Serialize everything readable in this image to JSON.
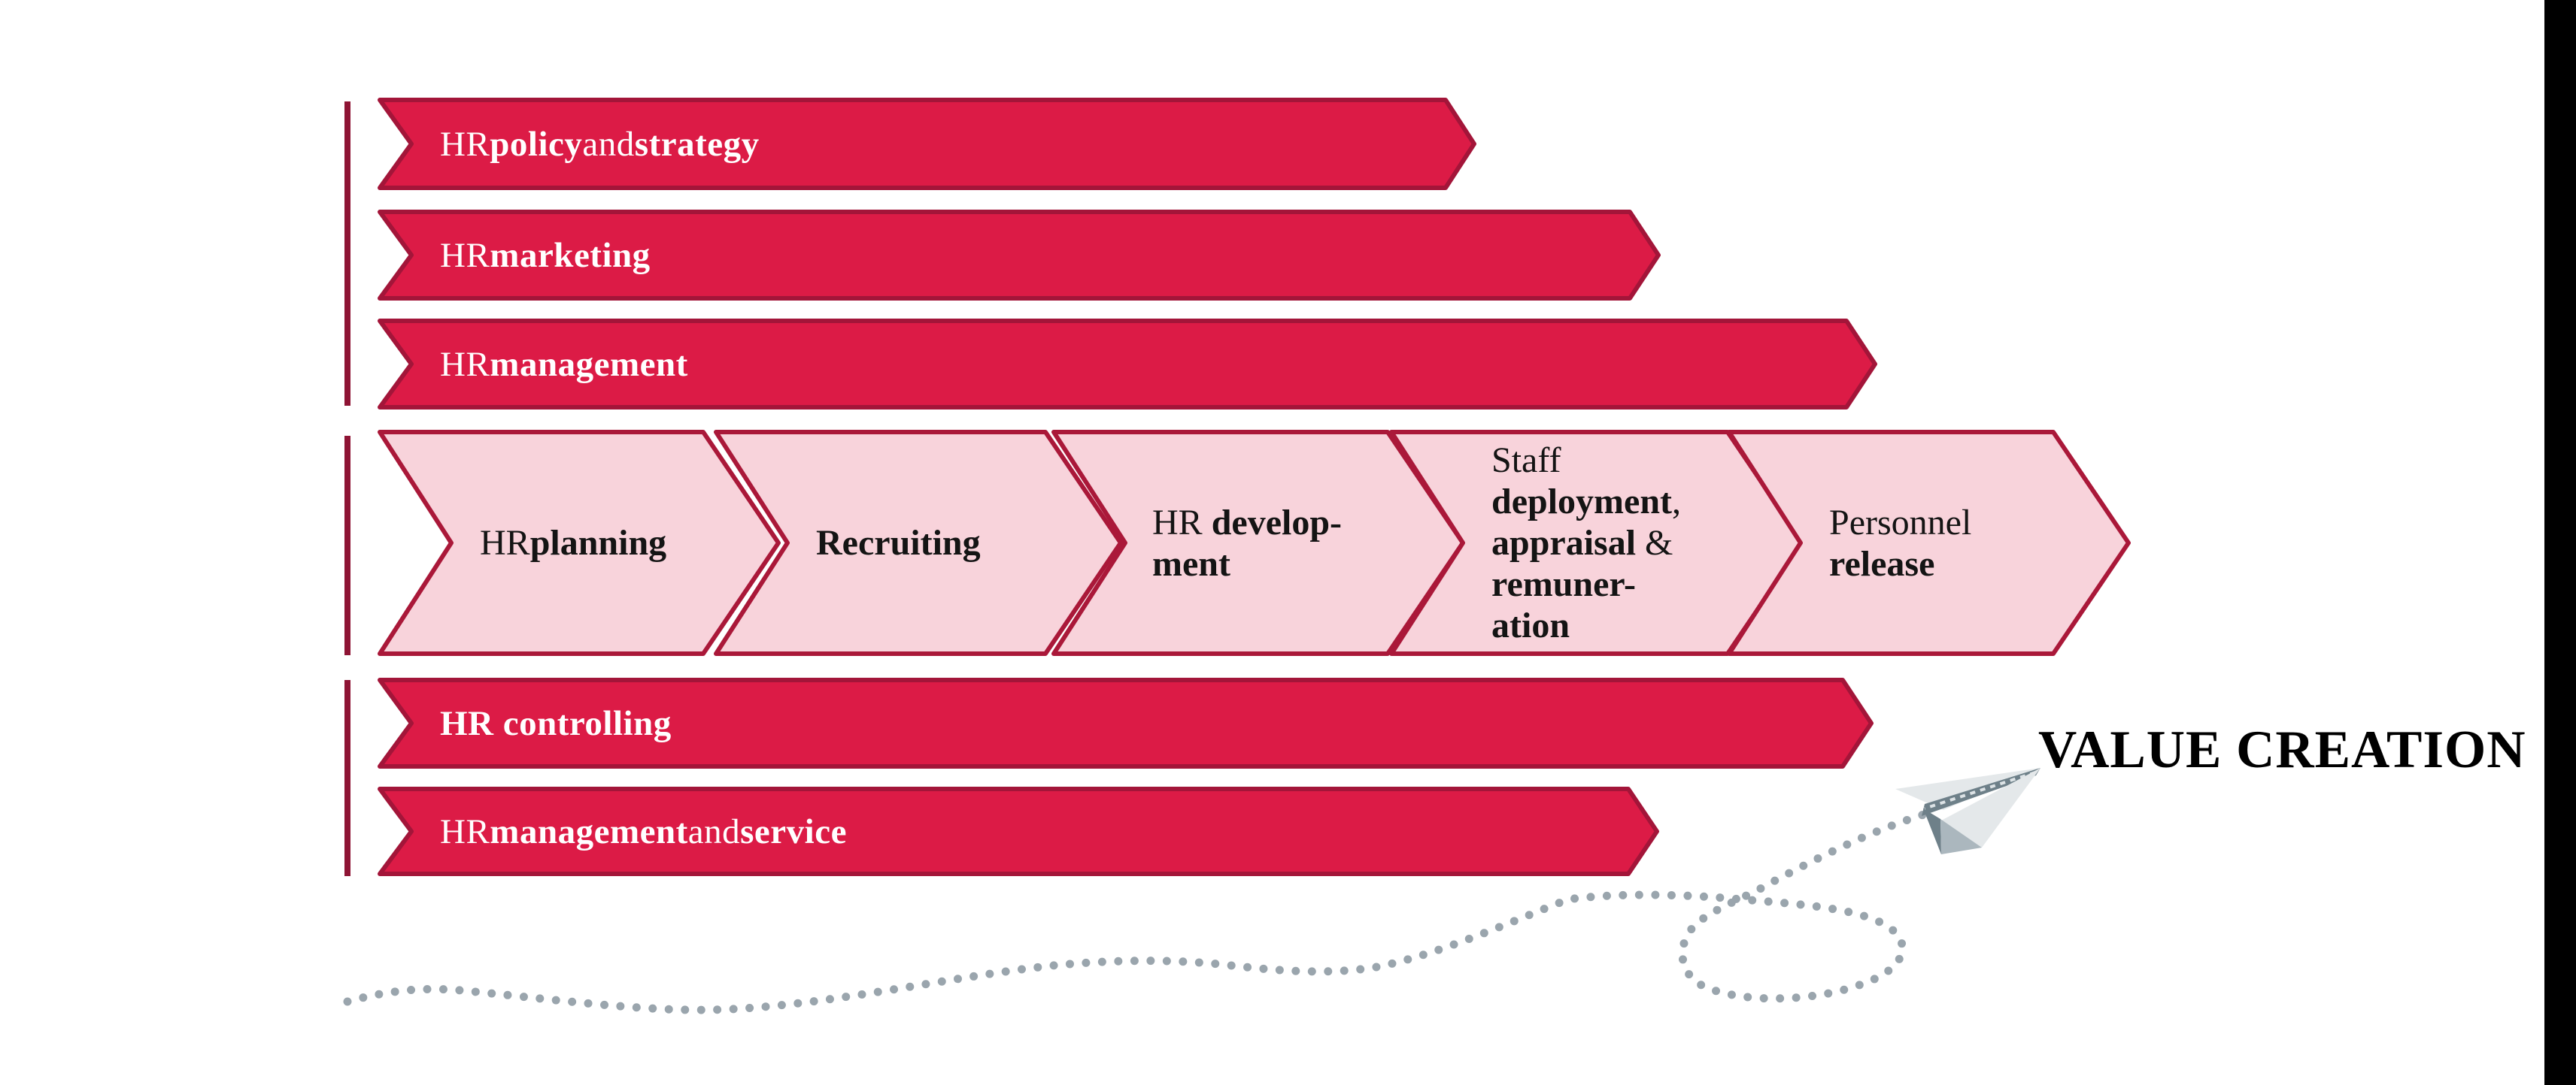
{
  "diagram": {
    "title_hint": "HR value chain process diagram",
    "management_arrows_top": [
      {
        "label": "HR **policy** and **strategy**"
      },
      {
        "label": "HR **marketing**"
      },
      {
        "label": "HR **management**"
      }
    ],
    "process_chevrons": [
      {
        "label": [
          "HR **planning**"
        ]
      },
      {
        "label": [
          "**Recruiting**"
        ]
      },
      {
        "label": [
          "HR **develop-**",
          "**ment**"
        ]
      },
      {
        "label": [
          "Staff",
          "**deployment**,",
          "**appraisal** &",
          "**remuner-**",
          "**ation**"
        ]
      },
      {
        "label": [
          "Personnel",
          "**release**"
        ]
      }
    ],
    "management_arrows_bottom": [
      {
        "label": "**HR controlling**"
      },
      {
        "label": "HR **management** and **service**"
      }
    ],
    "value_creation_label": "VALUE CREATION",
    "icons": {
      "paper_plane": "paper-plane-icon",
      "flight_path": "dotted-flight-path"
    },
    "colors": {
      "arrow_fill": "#DC1B46",
      "arrow_border": "#A31539",
      "chevron_fill": "#F8D3DB",
      "chevron_border": "#AA1839",
      "group_line": "#8E1434",
      "dots_gray": "#9AA5AD",
      "plane_light": "#E4E8EA",
      "plane_medium": "#ABB7BE",
      "plane_dark": "#6E8089",
      "right_edge_bar": "#000000",
      "banner_text": "#FFFFFF",
      "chevron_text": "#141414",
      "value_creation_text": "#000000"
    }
  }
}
